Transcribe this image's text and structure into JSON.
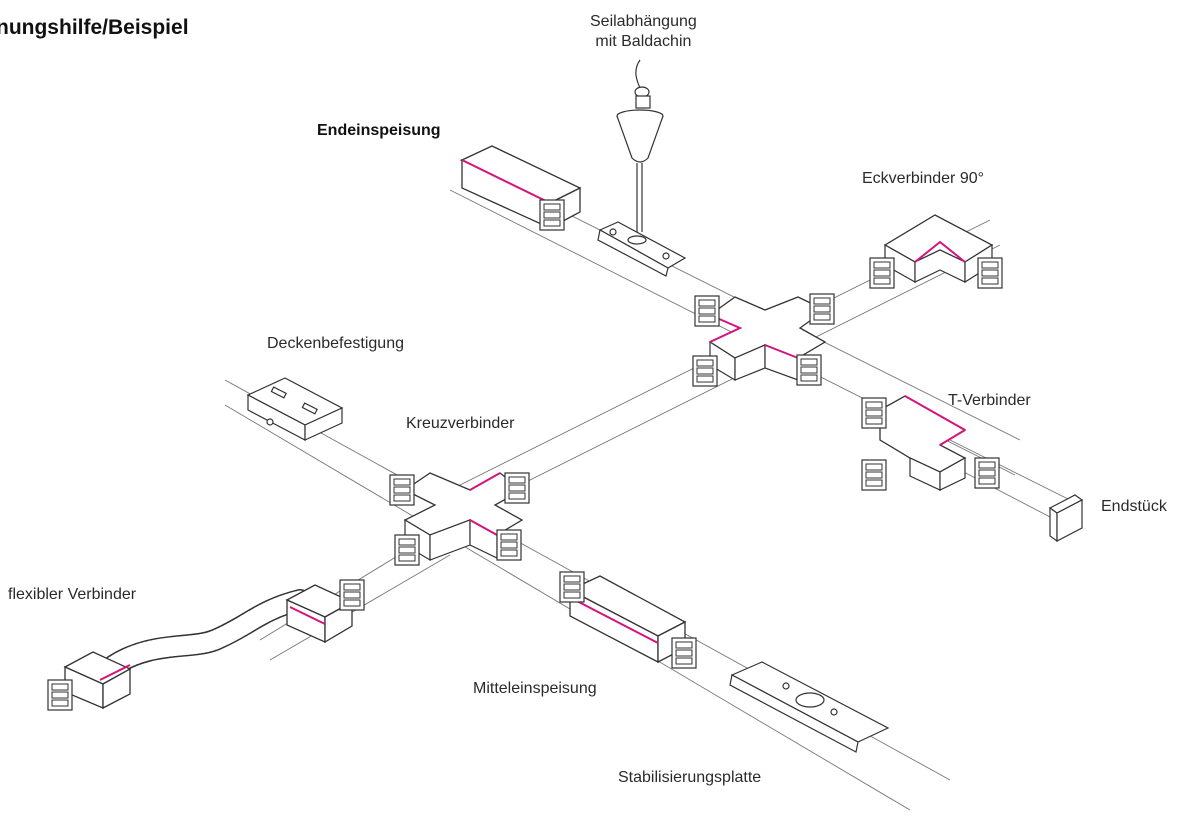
{
  "title": "nungshilfe/Beispiel",
  "labels": {
    "suspension_line1": "Seilabhängung",
    "suspension_line2": "mit Baldachin",
    "end_feed": "Endeinspeisung",
    "corner_connector": "Eckverbinder 90°",
    "ceiling_mount": "Deckenbefestigung",
    "cross_connector": "Kreuzverbinder",
    "t_connector": "T-Verbinder",
    "end_cap": "Endstück",
    "flexible_connector": "flexibler Verbinder",
    "middle_feed": "Mitteleinspeisung",
    "stabilizer_plate": "Stabilisierungsplatte"
  },
  "colors": {
    "line": "#333333",
    "accent": "#d4147c"
  }
}
